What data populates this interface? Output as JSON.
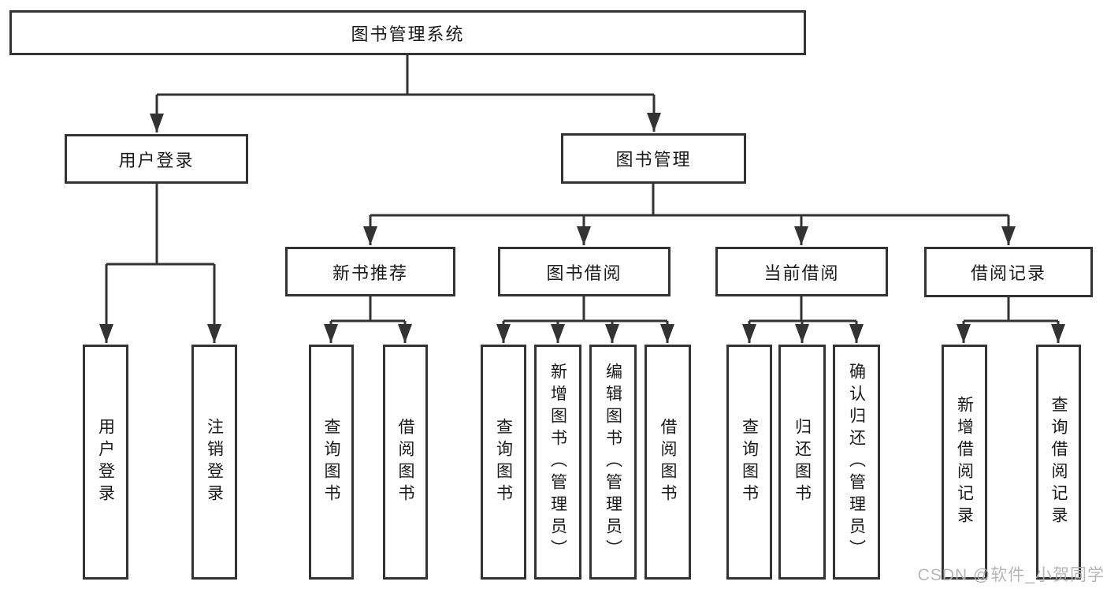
{
  "tree": {
    "label": "图书管理系统",
    "children": [
      {
        "label": "用户登录",
        "children": [
          {
            "label": "用户登录"
          },
          {
            "label": "注销登录"
          }
        ]
      },
      {
        "label": "图书管理",
        "children": [
          {
            "label": "新书推荐",
            "children": [
              {
                "label": "查询图书"
              },
              {
                "label": "借阅图书"
              }
            ]
          },
          {
            "label": "图书借阅",
            "children": [
              {
                "label": "查询图书"
              },
              {
                "label": "新增图书（管理员）"
              },
              {
                "label": "编辑图书（管理员）"
              },
              {
                "label": "借阅图书"
              }
            ]
          },
          {
            "label": "当前借阅",
            "children": [
              {
                "label": "查询图书"
              },
              {
                "label": "归还图书"
              },
              {
                "label": "确认归还（管理员）"
              }
            ]
          },
          {
            "label": "借阅记录",
            "children": [
              {
                "label": "新增借阅记录"
              },
              {
                "label": "查询借阅记录"
              }
            ]
          }
        ]
      }
    ]
  },
  "watermark": {
    "text": "CSDN @软件_小贺同学"
  },
  "colors": {
    "line": "#333333",
    "text": "#1a1a1a",
    "background": "#ffffff",
    "watermark": "#b3b3b3"
  }
}
